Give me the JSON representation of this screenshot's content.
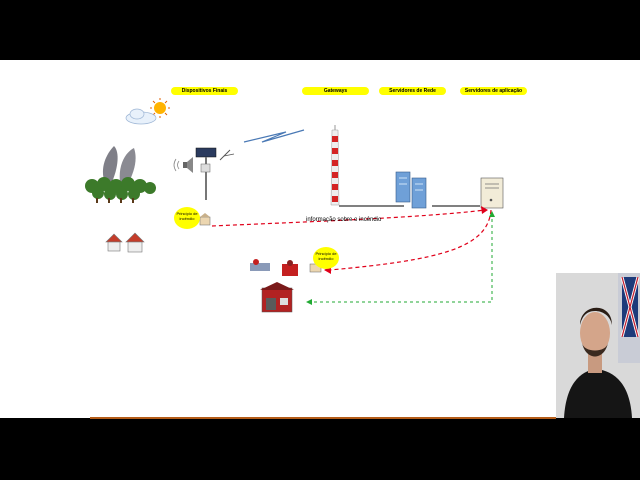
{
  "slide": {
    "headers": {
      "end_devices": "Dispositivos Finais",
      "gateways": "Gateways",
      "network_servers": "Servidores de Rede",
      "app_servers": "Servidores de aplicação"
    },
    "bubble_top": "Princípio de incêndio",
    "bubble_bottom": "Princípio de incêndio",
    "info_label": "informação sobre o incêndio",
    "arrow_colors": {
      "alert": "#e0001a",
      "response": "#22aa33"
    }
  },
  "webcam": {
    "description_icon": "presenter-video-icon"
  }
}
